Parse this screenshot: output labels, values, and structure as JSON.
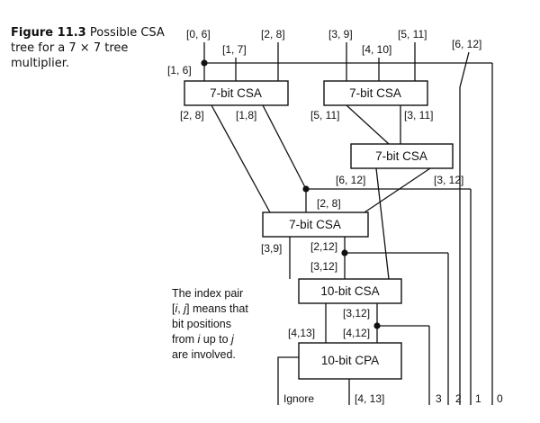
{
  "caption": {
    "number": "Figure 11.3",
    "text": "Possible CSA tree for a 7 × 7 tree multiplier."
  },
  "inputs": {
    "in_0_6": "[0, 6]",
    "in_1_7": "[1, 7]",
    "in_2_8": "[2, 8]",
    "in_3_9": "[3, 9]",
    "in_4_10": "[4, 10]",
    "in_5_11": "[5, 11]",
    "in_6_12": "[6, 12]",
    "in_1_6": "[1, 6]"
  },
  "blocks": {
    "csa_a": "7-bit  CSA",
    "csa_b": "7-bit  CSA",
    "csa_c": "7-bit  CSA",
    "csa_d": "7-bit CSA",
    "csa_e": "10-bit CSA",
    "cpa": "10-bit CPA"
  },
  "wire_labels": {
    "a_out_l": "[2, 8]",
    "a_out_r": "[1,8]",
    "b_out_l": "[5, 11]",
    "b_out_r": "[3, 11]",
    "c_out_l": "[6, 12]",
    "c_out_r": "[3, 12]",
    "d_in_bypass": "[2, 8]",
    "d_out_l": "[3,9]",
    "d_out_r": "[2,12]",
    "d_out_r2": "[3,12]",
    "e_out_r": "[3,12]",
    "e_out_l": "[4,13]",
    "e_out_r2": "[4,12]"
  },
  "outputs": {
    "ignore": "Ignore",
    "result": "[4, 13]",
    "bit3": "3",
    "bit2": "2",
    "bit1": "1",
    "bit0": "0"
  },
  "note": {
    "line1": "The index pair",
    "line2_a": "[",
    "line2_i": "i",
    "line2_b": ", ",
    "line2_j": "j",
    "line2_c": "] means that",
    "line3": "bit positions",
    "line4_a": "from ",
    "line4_i": "i",
    "line4_b": " up to ",
    "line4_j": "j",
    "line5": "are involved."
  }
}
